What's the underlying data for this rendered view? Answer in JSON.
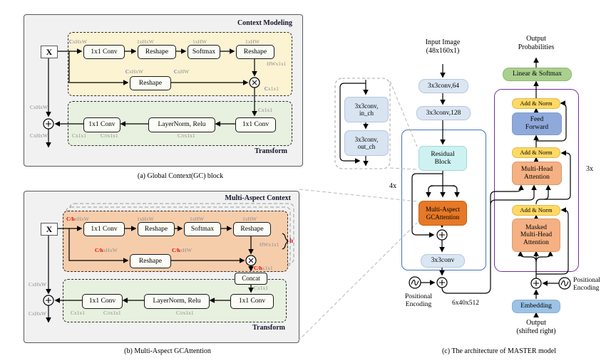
{
  "figure": {
    "caption_a": "(a) Global Context(GC) block",
    "caption_b": "(b) Multi-Aspect GCAttention",
    "caption_c": "(c) The architecture of MASTER model"
  },
  "gc": {
    "region_context": "Context Modeling",
    "region_transform": "Transform",
    "input": "X",
    "conv1": "1x1 Conv",
    "reshape1": "Reshape",
    "softmax": "Softmax",
    "reshape2": "Reshape",
    "reshape3": "Reshape",
    "conv2": "1x1 Conv",
    "layernorm": "LayerNorm, Relu",
    "conv3": "1x1 Conv",
    "dims": {
      "d1_pre": "C",
      "d1_post": "xHxW",
      "d2": "1xHxW",
      "d3": "1xHW",
      "d4": "1xHW",
      "d5_pre": "C",
      "d5_post": "xHxW",
      "d6_pre": "C",
      "d6_post": "xHW",
      "d7": "HWx1x1",
      "d8_pre": "C",
      "d8_post": "x1x1",
      "d9": "Cx1x1",
      "d10": "C/rx1x1",
      "d11": "C/rx1x1",
      "d12": "Cx1x1",
      "d13": "CxHxW",
      "d14": "CxHxW"
    }
  },
  "magc": {
    "region_context": "Multi-Aspect Context",
    "region_transform": "Transform",
    "input": "X",
    "conv1": "1x1 Conv",
    "reshape1": "Reshape",
    "softmax": "Softmax",
    "reshape2": "Reshape",
    "reshape3": "Reshape",
    "concat": "Concat",
    "conv2": "1x1 Conv",
    "layernorm": "LayerNorm, Relu",
    "conv3": "1x1 Conv",
    "heads": "h",
    "dims": {
      "d1_pre": "C/h",
      "d1_post": "xHxW",
      "d2": "1xHxW",
      "d3": "1xHW",
      "d4": "1xHW",
      "d5_pre": "C/h",
      "d5_post": "xHxW",
      "d6_pre": "C/h",
      "d6_post": "xHW",
      "d7": "HWx1x1",
      "d8_pre": "C/h",
      "d8_post": "x1x1",
      "d9": "Cx1x1",
      "d10": "C/rx1x1",
      "d11": "C/rx1x1",
      "d12": "Cx1x1",
      "d13": "CxHxW",
      "d14": "CxHxW"
    }
  },
  "master": {
    "input_1": "Input Image",
    "input_2": "(48x160x1)",
    "conv64": "3x3conv,64",
    "conv128": "3x3conv,128",
    "residual_1": "Residual",
    "residual_2": "Block",
    "magc_1": "Multi-Aspect",
    "magc_2": "GCAttention",
    "conv_out": "3x3conv",
    "encoder_repeat": "4x",
    "decoder_repeat": "3x",
    "feature_shape": "6x40x512",
    "pos_1": "Positional",
    "pos_2": "Encoding",
    "inset_b1_1": "3x3conv,",
    "inset_b1_2": "in_ch",
    "inset_b2_1": "3x3conv,",
    "inset_b2_2": "out_ch",
    "outprob_1": "Output",
    "outprob_2": "Probabilities",
    "linear_softmax": "Linear & Softmax",
    "add_norm": "Add & Norm",
    "ff_1": "Feed",
    "ff_2": "Forward",
    "mha_1": "Multi-Head",
    "mha_2": "Attention",
    "mmha_1": "Masked",
    "mmha_2": "Multi-Head",
    "mmha_3": "Attention",
    "embedding": "Embedding",
    "output_1": "Output",
    "output_2": "(shifted right)"
  },
  "colors": {
    "panel_gray": "#f1f1f2",
    "context_yellow": "#fcf3d3",
    "transform_green": "#e8f1df",
    "aspect_orange": "#f6cdab",
    "gcattention_orange": "#e67927",
    "residual_cyan": "#cef2f2",
    "conv_pill_blue": "#dbe6f3",
    "attention_salmon": "#f5b183",
    "addnorm_yellow": "#ffd964",
    "feedforward_blue": "#8fa9db",
    "embedding_blue": "#9cc3e6",
    "softmax_green": "#a9d08e",
    "decoder_border_purple": "#7030a0",
    "encoder_border_blue": "#4472c4",
    "dim_text_gray": "#8c8c8c",
    "dim_channel_blue": "#4444cc",
    "dim_channel_red": "#e80000"
  }
}
